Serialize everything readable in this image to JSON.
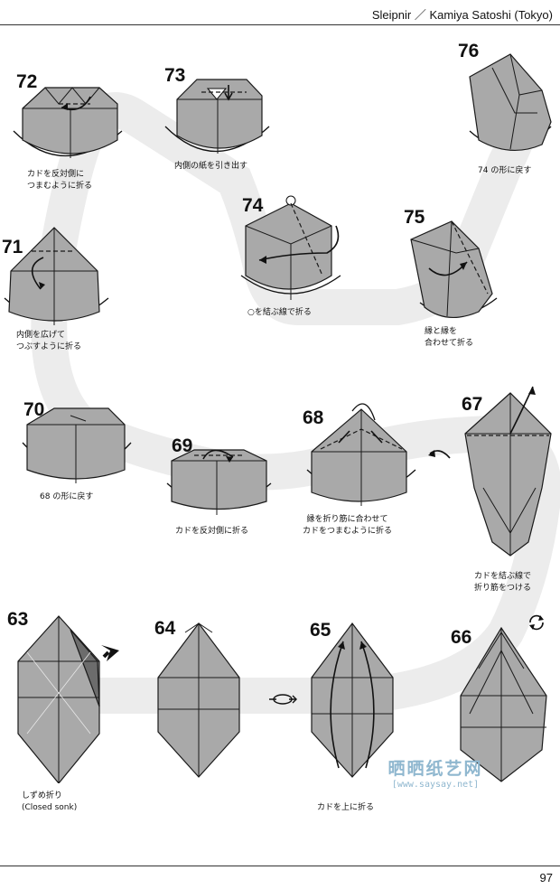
{
  "header": {
    "title": "Sleipnir ／ Kamiya Satoshi (Tokyo)"
  },
  "page_number": "97",
  "steps": [
    {
      "number": "63",
      "caption": "しずめ折り\n(Closed sonk)"
    },
    {
      "number": "64",
      "caption": ""
    },
    {
      "number": "65",
      "caption": "カドを上に折る"
    },
    {
      "number": "66",
      "caption": ""
    },
    {
      "number": "67",
      "caption": "カドを結ぶ線で\n折り筋をつける"
    },
    {
      "number": "68",
      "caption": "縁を折り筋に合わせて\nカドをつまむように折る"
    },
    {
      "number": "69",
      "caption": "カドを反対側に折る"
    },
    {
      "number": "70",
      "caption": "68 の形に戻す"
    },
    {
      "number": "71",
      "caption": "内側を広げて\nつぶすように折る"
    },
    {
      "number": "72",
      "caption": "カドを反対側に\nつまむように折る"
    },
    {
      "number": "73",
      "caption": "内側の紙を引き出す"
    },
    {
      "number": "74",
      "caption": "○を結ぶ線で折る"
    },
    {
      "number": "75",
      "caption": "縁と縁を\n合わせて折る"
    },
    {
      "number": "76",
      "caption": "74 の形に戻す"
    }
  ],
  "watermark": {
    "main": "晒晒纸艺网",
    "url": "[www.saysay.net]"
  }
}
